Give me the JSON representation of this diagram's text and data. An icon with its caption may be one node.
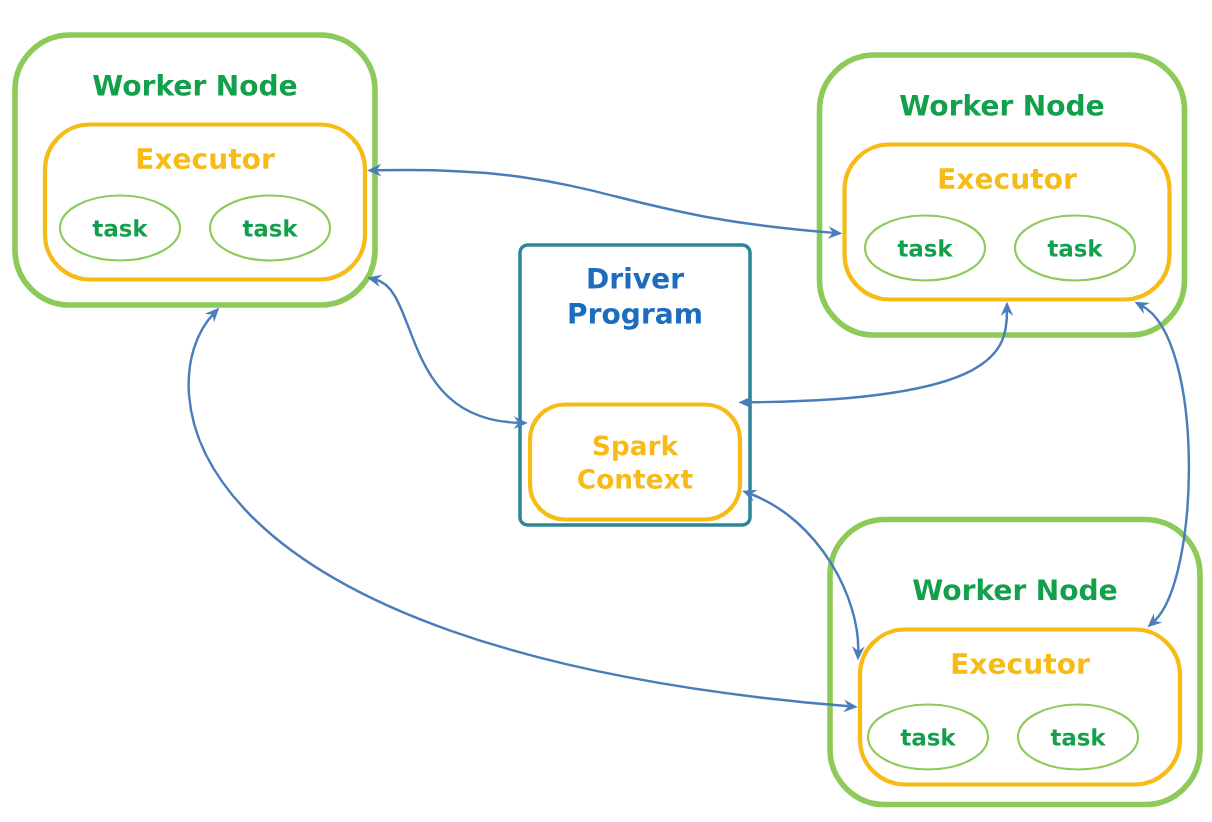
{
  "diagram": {
    "nodes": [
      {
        "text": [
          "Worker Node"
        ]
      },
      {
        "text": [
          "Executor"
        ],
        "in": 0
      },
      {
        "text": [
          "task"
        ],
        "in": 1
      },
      {
        "text": [
          "task"
        ],
        "in": 1
      },
      {
        "text": [
          "Worker Node"
        ]
      },
      {
        "text": [
          "Executor"
        ],
        "in": 4
      },
      {
        "text": [
          "task"
        ],
        "in": 5
      },
      {
        "text": [
          "task"
        ],
        "in": 5
      },
      {
        "text": [
          "Driver Program"
        ]
      },
      {
        "text": [
          "Spark Context"
        ],
        "in": 8
      },
      {
        "text": [
          "Worker Node"
        ]
      },
      {
        "text": [
          "Executor"
        ],
        "in": 10
      },
      {
        "text": [
          "task"
        ],
        "in": 11
      },
      {
        "text": [
          "task"
        ],
        "in": 11
      }
    ],
    "edges": [
      {
        "from": 1,
        "to": 5,
        "arrow": "both"
      },
      {
        "from": 1,
        "to": 9,
        "arrow": "both"
      },
      {
        "from": 9,
        "to": 5,
        "arrow": "both"
      },
      {
        "from": 9,
        "to": 11,
        "arrow": "both"
      },
      {
        "from": 0,
        "to": 11,
        "arrow": "both"
      },
      {
        "from": 5,
        "to": 11,
        "arrow": "both"
      }
    ]
  }
}
